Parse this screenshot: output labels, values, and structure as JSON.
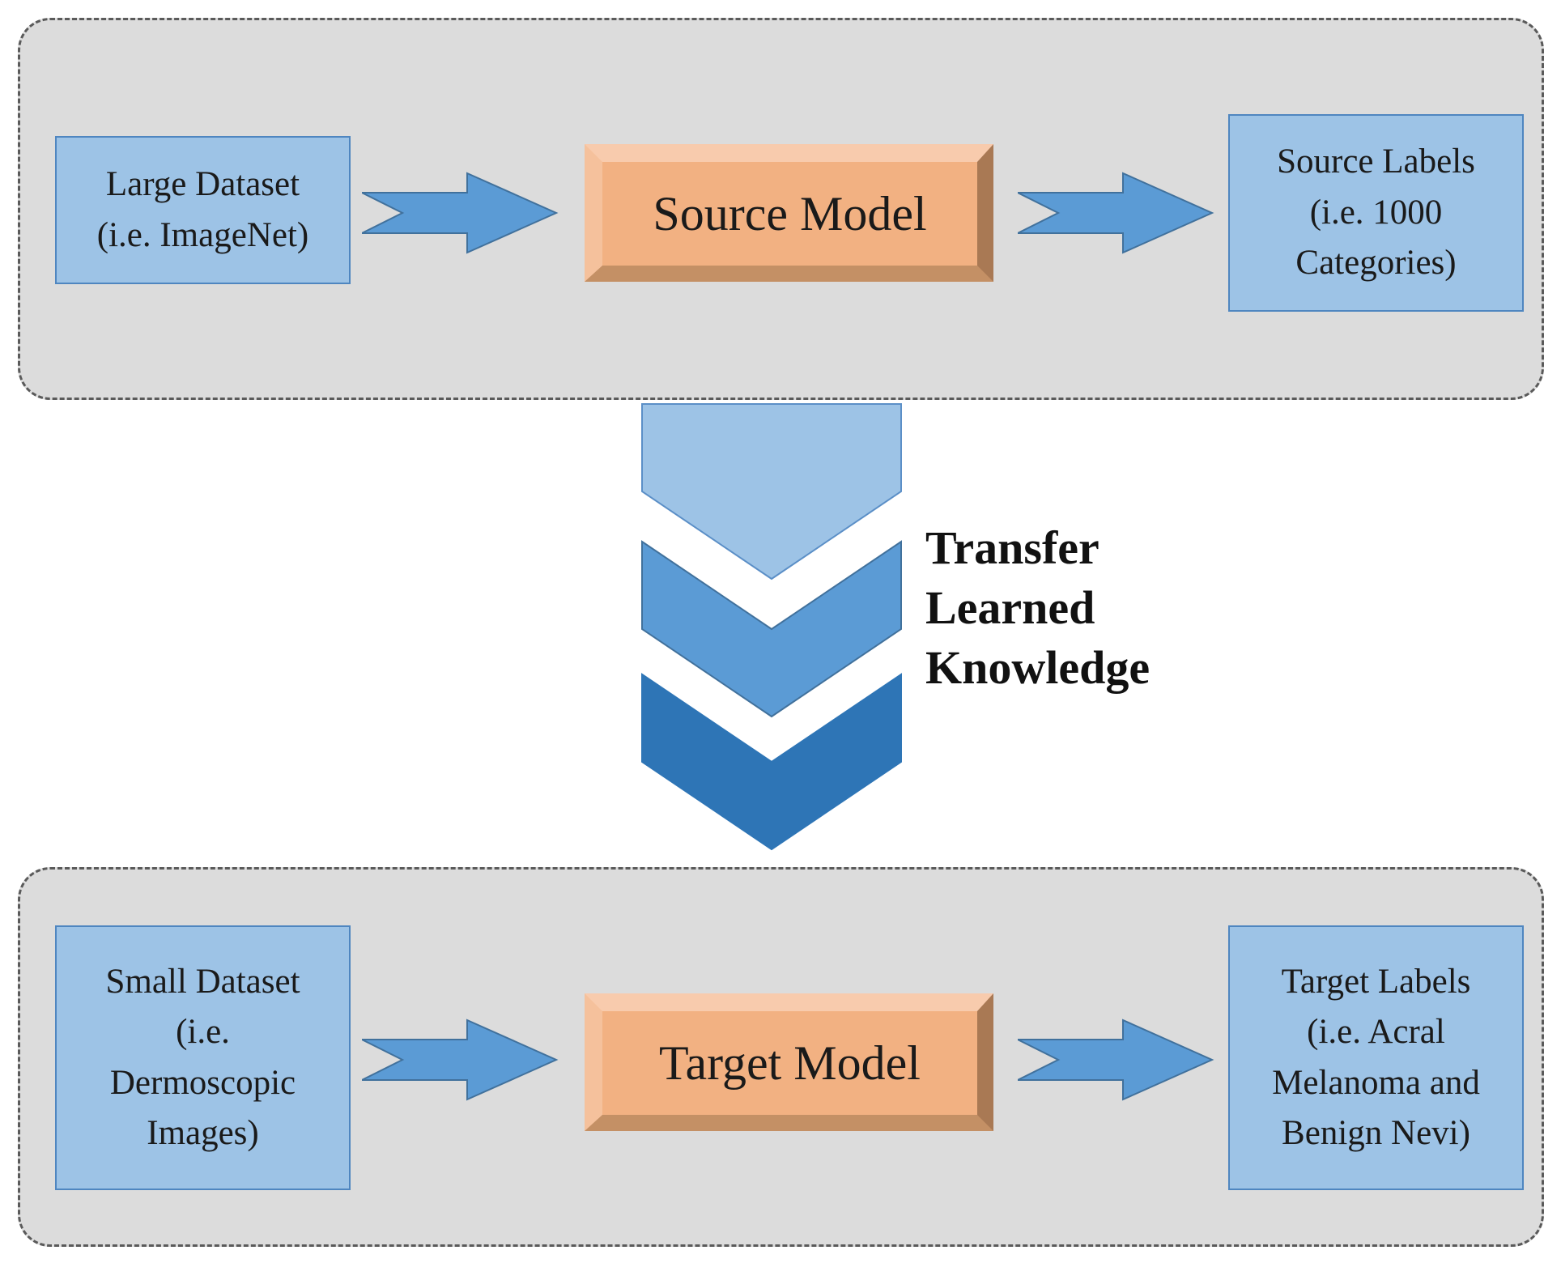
{
  "source_stage": {
    "input_label": "Large Dataset\n(i.e. ImageNet)",
    "model_label": "Source Model",
    "output_label": "Source Labels\n(i.e. 1000\nCategories)"
  },
  "transfer": {
    "line1": "Transfer",
    "line2": "Learned",
    "line3": "Knowledge"
  },
  "target_stage": {
    "input_label": "Small Dataset\n(i.e.\nDermoscopic\nImages)",
    "model_label": "Target Model",
    "output_label": "Target Labels\n(i.e. Acral\nMelanoma and\nBenign Nevi)"
  },
  "colors": {
    "panel_fill": "#dcdcdc",
    "box_fill": "#9dc3e6",
    "model_fill": "#f2b182",
    "arrow_fill": "#5b9bd5",
    "chevron_light": "#9dc3e6",
    "chevron_mid": "#5b9bd5",
    "chevron_dark": "#2e75b6"
  }
}
